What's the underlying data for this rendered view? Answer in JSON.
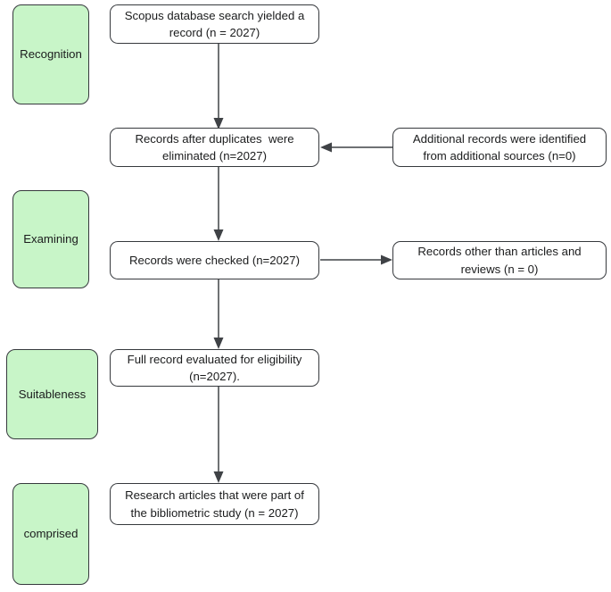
{
  "diagram": {
    "title": "PRISMA record selection flow",
    "colors": {
      "stage_fill": "#c8f5c8",
      "node_fill": "#ffffff",
      "border": "#36393d",
      "connector": "#3f4246",
      "text": "#1b1c1d",
      "background": "#ffffff"
    },
    "stages": [
      {
        "id": "stage-recognition",
        "label": "Recognition"
      },
      {
        "id": "stage-examining",
        "label": "Examining"
      },
      {
        "id": "stage-suitableness",
        "label": "Suitableness"
      },
      {
        "id": "stage-comprised",
        "label": "comprised"
      }
    ],
    "nodes": [
      {
        "id": "node-identification",
        "label": "Scopus database search yielded a record (n = 2027)",
        "count": 2027
      },
      {
        "id": "node-after-duplicates",
        "label": "Records after duplicates  were eliminated (n=2027)",
        "count": 2027
      },
      {
        "id": "node-additional-records",
        "label": "Additional records were identified from additional sources (n=0)",
        "count": 0
      },
      {
        "id": "node-records-checked",
        "label": "Records were checked (n=2027)",
        "count": 2027
      },
      {
        "id": "node-excluded-nonarticles",
        "label": "Records other than articles and reviews (n = 0)",
        "count": 0
      },
      {
        "id": "node-full-record-eligibility",
        "label": "Full record evaluated for eligibility (n=2027).",
        "count": 2027
      },
      {
        "id": "node-included-studies",
        "label": "Research articles that were part of the bibliometric study (n = 2027)",
        "count": 2027
      }
    ],
    "edges": [
      {
        "id": "edge-identification-to-duplicates",
        "from": "node-identification",
        "to": "node-after-duplicates",
        "direction": "down"
      },
      {
        "id": "edge-additional-to-duplicates",
        "from": "node-additional-records",
        "to": "node-after-duplicates",
        "direction": "left"
      },
      {
        "id": "edge-duplicates-to-checked",
        "from": "node-after-duplicates",
        "to": "node-records-checked",
        "direction": "down"
      },
      {
        "id": "edge-checked-to-excluded",
        "from": "node-records-checked",
        "to": "node-excluded-nonarticles",
        "direction": "right"
      },
      {
        "id": "edge-checked-to-eligibility",
        "from": "node-records-checked",
        "to": "node-full-record-eligibility",
        "direction": "down"
      },
      {
        "id": "edge-eligibility-to-included",
        "from": "node-full-record-eligibility",
        "to": "node-included-studies",
        "direction": "down"
      }
    ]
  }
}
